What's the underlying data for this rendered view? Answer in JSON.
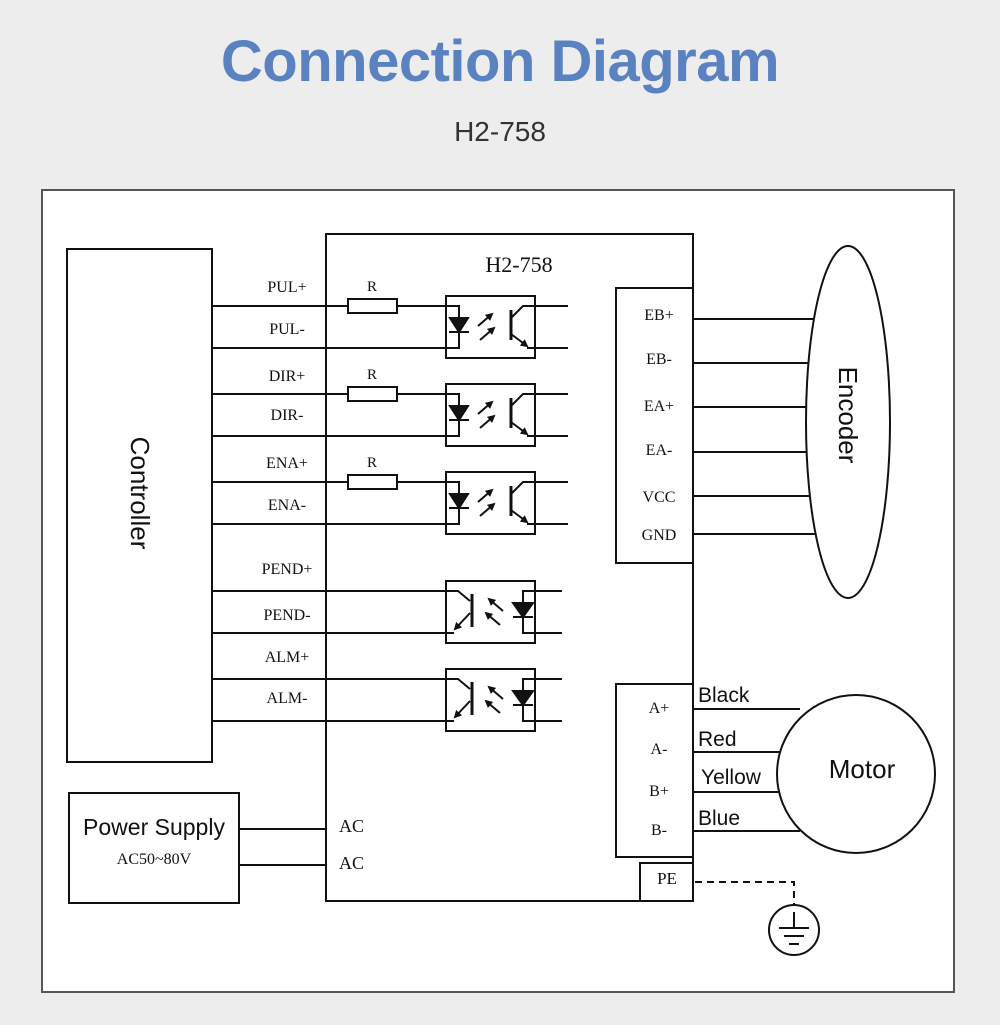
{
  "header": {
    "title": "Connection Diagram",
    "subtitle": "H2-758"
  },
  "colors": {
    "title": "#5b82c0",
    "background": "#ededee",
    "line": "#111111"
  },
  "controller": {
    "label": "Controller",
    "signals": [
      "PUL+",
      "PUL-",
      "DIR+",
      "DIR-",
      "ENA+",
      "ENA-",
      "PEND+",
      "PEND-",
      "ALM+",
      "ALM-"
    ]
  },
  "driver": {
    "label": "H2-758",
    "resistor_label": "R",
    "power_terminals": [
      "AC",
      "AC"
    ],
    "pe_label": "PE"
  },
  "power_supply": {
    "label": "Power Supply",
    "rating": "AC50~80V"
  },
  "encoder": {
    "label": "Encoder",
    "terminals": [
      "EB+",
      "EB-",
      "EA+",
      "EA-",
      "VCC",
      "GND"
    ]
  },
  "motor": {
    "label": "Motor",
    "terminals": [
      "A+",
      "A-",
      "B+",
      "B-"
    ],
    "wire_colors": [
      "Black",
      "Red",
      "Yellow",
      "Blue"
    ]
  }
}
